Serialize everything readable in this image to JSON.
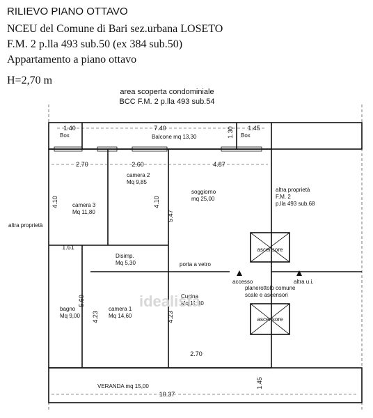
{
  "header": {
    "title": "RILIEVO PIANO OTTAVO",
    "line1": "NCEU del Comune di Bari sez.urbana LOSETO",
    "line2": "F.M. 2 p.lla 493 sub.50 (ex 384 sub.50)",
    "line3": "Appartamento a piano ottavo",
    "height": "H=2,70 m"
  },
  "plan": {
    "area_top_1": "area scoperta condominiale",
    "area_top_2": "BCC F.M. 2 p.lla 493 sub.54",
    "box_left": "Box",
    "box_right": "Box",
    "balcone": "Balcone mq 13,30",
    "camera2_name": "camera 2",
    "camera2_area": "Mq 9,85",
    "soggiorno_name": "soggiorno",
    "soggiorno_area": "mq 25,00",
    "camera3_name": "camera 3",
    "camera3_area": "Mq 11,80",
    "altra_left": "altra proprietà",
    "altra_right_1": "altra proprietà",
    "altra_right_2": "F.M. 2",
    "altra_right_3": "p.lla 493 sub.68",
    "disimp_name": "Disimp.",
    "disimp_area": "Mq 5,30",
    "porta": "porta a vetro",
    "ascensore_top": "ascensore",
    "ascensore_bottom": "ascensore",
    "accesso": "accesso",
    "altra_ui": "altra u.i.",
    "planerottolo_1": "planerottolo comune",
    "planerottolo_2": "scale e ascensori",
    "bagno_name": "bagno",
    "bagno_area": "Mq 9,00",
    "camera1_name": "camera 1",
    "camera1_area": "Mq 14,60",
    "cucina_name": "Cucina",
    "cucina_area": "Mq 11,40",
    "veranda": "VERANDA mq 15,00",
    "watermark": "idealista"
  },
  "dimensions": {
    "d_140": "1.40",
    "d_740": "7.40",
    "d_130": "1.30",
    "d_145_top": "1.45",
    "d_270": "2.70",
    "d_260": "2.60",
    "d_487": "4.87",
    "d_410_a": "4.10",
    "d_410_b": "4.10",
    "d_547": "5.47",
    "d_161": "1.61",
    "d_560": "5.60",
    "d_423_a": "4.23",
    "d_423_b": "4.23",
    "d_270_bottom": "2.70",
    "d_145_right": "1.45",
    "d_1037": "10.37"
  }
}
